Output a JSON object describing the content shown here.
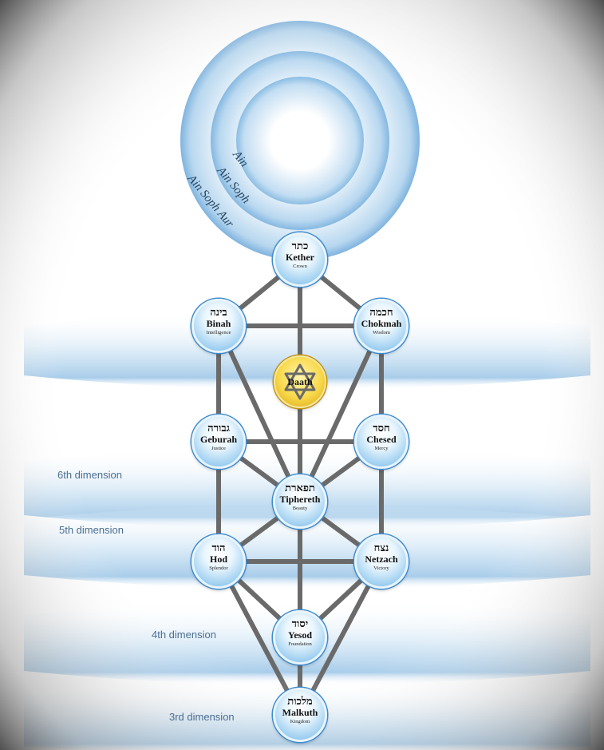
{
  "ain_levels": [
    {
      "label": "Ain"
    },
    {
      "label": "Ain Soph"
    },
    {
      "label": "Ain Soph Aur"
    }
  ],
  "dimensions": [
    {
      "label": "6th dimension"
    },
    {
      "label": "5th dimension"
    },
    {
      "label": "4th dimension"
    },
    {
      "label": "3rd dimension"
    }
  ],
  "sefirot": {
    "kether": {
      "hebrew": "כתר",
      "name": "Kether",
      "meaning": "Crown"
    },
    "binah": {
      "hebrew": "בינה",
      "name": "Binah",
      "meaning": "Intelligence"
    },
    "chokmah": {
      "hebrew": "חכמה",
      "name": "Chokmah",
      "meaning": "Wisdom"
    },
    "daath": {
      "name": "Daath"
    },
    "geburah": {
      "hebrew": "גבורה",
      "name": "Geburah",
      "meaning": "Justice"
    },
    "chesed": {
      "hebrew": "חסד",
      "name": "Chesed",
      "meaning": "Mercy"
    },
    "tiphereth": {
      "hebrew": "תפארת",
      "name": "Tiphereth",
      "meaning": "Beauty"
    },
    "hod": {
      "hebrew": "הוד",
      "name": "Hod",
      "meaning": "Splendor"
    },
    "netzach": {
      "hebrew": "נצח",
      "name": "Netzach",
      "meaning": "Victory"
    },
    "yesod": {
      "hebrew": "יסוד",
      "name": "Yesod",
      "meaning": "Foundation"
    },
    "malkuth": {
      "hebrew": "מלכות",
      "name": "Malkuth",
      "meaning": "Kingdom"
    }
  },
  "colors": {
    "sphere_blue": "#4d9fdb",
    "path_gray": "#6a6a6a",
    "daath_gold": "#e8b820",
    "label_blue": "#4a6f92"
  }
}
